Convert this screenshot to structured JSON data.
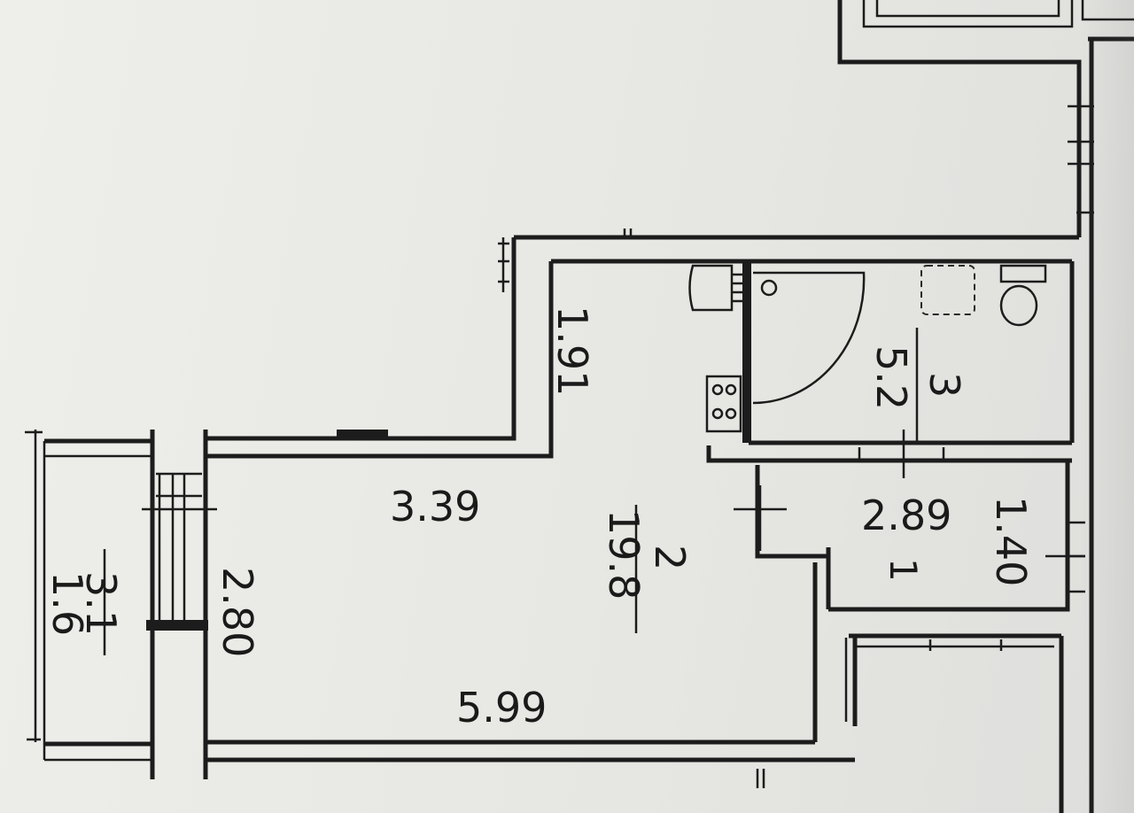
{
  "rooms": {
    "balcony": {
      "number": "3.1",
      "area": "1.6"
    },
    "main": {
      "number": "2",
      "area": "19.8"
    },
    "bathroom": {
      "number": "3",
      "area": "5.2"
    },
    "hall": {
      "number": "1"
    }
  },
  "dimensions": {
    "main_width_top": "3.39",
    "main_width_bottom": "5.99",
    "main_depth": "2.80",
    "kitchen_depth": "1.91",
    "hall_width": "2.89",
    "hall_depth": "1.40"
  },
  "colors": {
    "paper": "#e9e9e5",
    "ink": "#1c1c1c"
  }
}
